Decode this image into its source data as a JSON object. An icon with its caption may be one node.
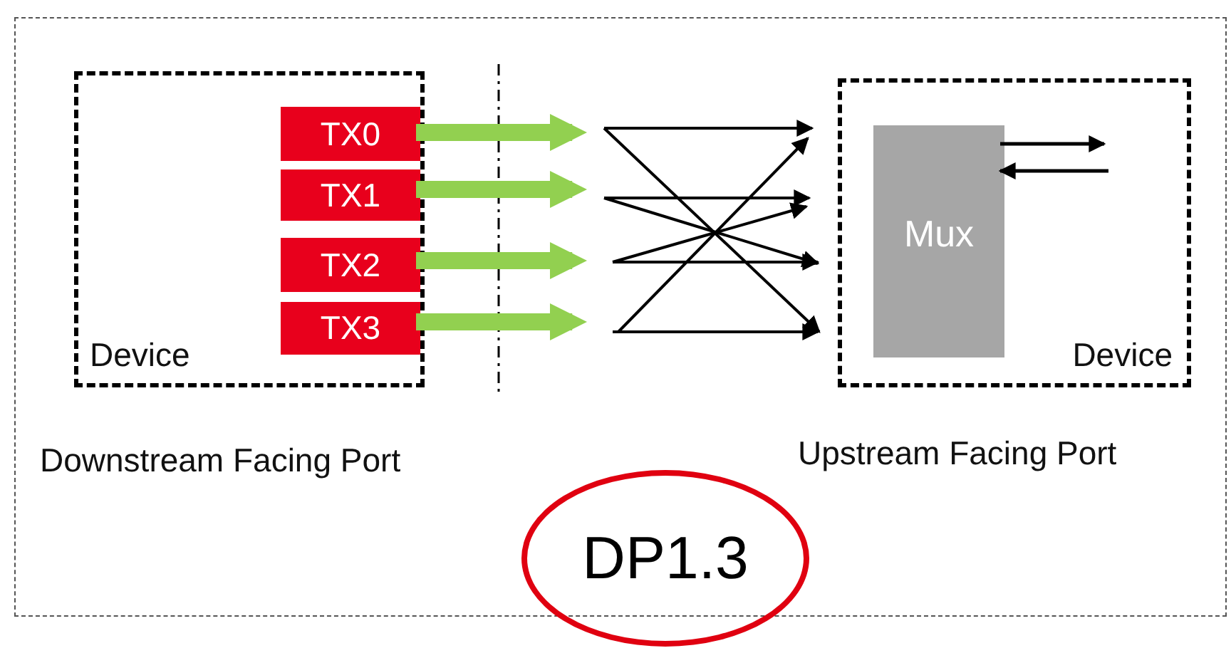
{
  "diagram": {
    "nodes": [
      {
        "text": [
          "Device"
        ],
        "beside": [
          "Downstream Facing Port"
        ]
      },
      {
        "text": [
          "TX0"
        ],
        "in": 0
      },
      {
        "text": [
          "TX1"
        ],
        "in": 0
      },
      {
        "text": [
          "TX2"
        ],
        "in": 0
      },
      {
        "text": [
          "TX3"
        ],
        "in": 0
      },
      {
        "text": [],
        "shape": "picture"
      },
      {
        "text": [
          "Device"
        ]
      },
      {
        "text": [
          "Mux"
        ],
        "in": 6
      },
      {
        "text": [
          "DP1.3"
        ]
      }
    ],
    "edges": [
      {
        "from": 1,
        "to": 5,
        "arrow": "to"
      },
      {
        "from": 2,
        "to": 5,
        "arrow": "to"
      },
      {
        "from": 3,
        "to": 5,
        "arrow": "to"
      },
      {
        "from": 4,
        "to": 5,
        "arrow": "to"
      },
      {
        "from": 7,
        "to": null,
        "arrow": "to",
        "color": "#000000"
      },
      {
        "from": null,
        "to": 7,
        "arrow": "to",
        "color": "#000000"
      }
    ],
    "labels": [
      "Upstream Facing Port"
    ]
  }
}
